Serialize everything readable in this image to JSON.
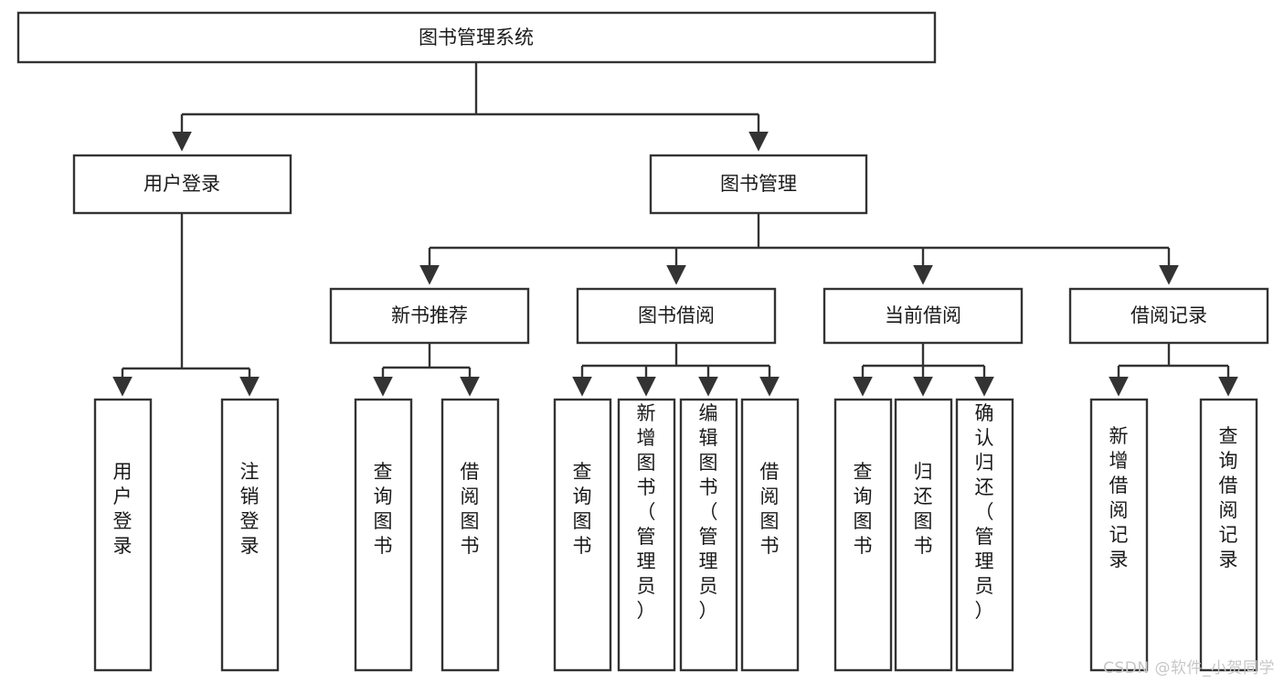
{
  "diagram": {
    "title": "图书管理系统",
    "type": "hierarchy-tree",
    "orientation": "top-down",
    "colors": {
      "node_fill": "#ffffff",
      "node_stroke": "#333333",
      "text": "#1a1a1a",
      "watermark": "#c7c7c7"
    },
    "levels": [
      {
        "level": 1,
        "nodes": [
          {
            "id": "root",
            "label": "图书管理系统",
            "orientation": "horizontal"
          }
        ]
      },
      {
        "level": 2,
        "nodes": [
          {
            "id": "login",
            "label": "用户登录",
            "orientation": "horizontal",
            "parent": "root"
          },
          {
            "id": "bookmgmt",
            "label": "图书管理",
            "orientation": "horizontal",
            "parent": "root"
          }
        ]
      },
      {
        "level": 3,
        "nodes": [
          {
            "id": "newbook",
            "label": "新书推荐",
            "orientation": "horizontal",
            "parent": "bookmgmt"
          },
          {
            "id": "borrow",
            "label": "图书借阅",
            "orientation": "horizontal",
            "parent": "bookmgmt"
          },
          {
            "id": "current",
            "label": "当前借阅",
            "orientation": "horizontal",
            "parent": "bookmgmt"
          },
          {
            "id": "records",
            "label": "借阅记录",
            "orientation": "horizontal",
            "parent": "bookmgmt"
          }
        ]
      },
      {
        "level": 4,
        "nodes": [
          {
            "id": "leaf-user-login",
            "label": "用户登录",
            "orientation": "vertical",
            "parent": "login"
          },
          {
            "id": "leaf-user-logout",
            "label": "注销登录",
            "orientation": "vertical",
            "parent": "login"
          },
          {
            "id": "leaf-query-book-1",
            "label": "查询图书",
            "orientation": "vertical",
            "parent": "newbook"
          },
          {
            "id": "leaf-borrow-book-1",
            "label": "借阅图书",
            "orientation": "vertical",
            "parent": "newbook"
          },
          {
            "id": "leaf-query-book-2",
            "label": "查询图书",
            "orientation": "vertical",
            "parent": "borrow"
          },
          {
            "id": "leaf-add-book",
            "label": "新增图书（管理员）",
            "orientation": "vertical",
            "parent": "borrow"
          },
          {
            "id": "leaf-edit-book",
            "label": "编辑图书（管理员）",
            "orientation": "vertical",
            "parent": "borrow"
          },
          {
            "id": "leaf-borrow-book-2",
            "label": "借阅图书",
            "orientation": "vertical",
            "parent": "borrow"
          },
          {
            "id": "leaf-query-book-3",
            "label": "查询图书",
            "orientation": "vertical",
            "parent": "current"
          },
          {
            "id": "leaf-return-book",
            "label": "归还图书",
            "orientation": "vertical",
            "parent": "current"
          },
          {
            "id": "leaf-confirm-return",
            "label": "确认归还（管理员）",
            "orientation": "vertical",
            "parent": "current"
          },
          {
            "id": "leaf-add-record",
            "label": "新增借阅记录",
            "orientation": "vertical",
            "parent": "records"
          },
          {
            "id": "leaf-query-record",
            "label": "查询借阅记录",
            "orientation": "vertical",
            "parent": "records"
          }
        ]
      }
    ]
  },
  "watermark": {
    "text": "CSDN @软件_小贺同学"
  }
}
